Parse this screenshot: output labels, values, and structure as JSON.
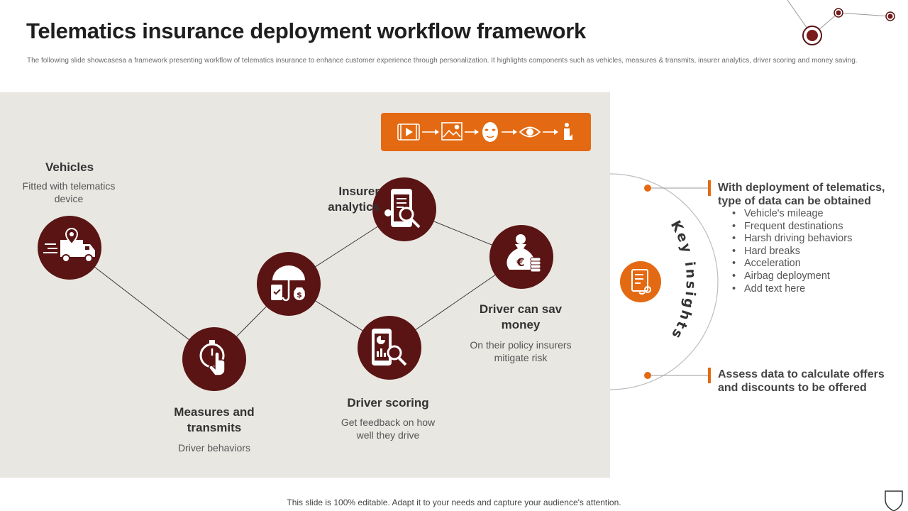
{
  "header": {
    "title": "Telematics insurance deployment workflow framework",
    "subtitle": "The following slide showcasesa a framework presenting workflow of telematics insurance to enhance customer experience through personalization. It highlights components such as vehicles, measures & transmits, insurer analytics, driver scoring and money saving."
  },
  "workflow": {
    "vehicles": {
      "label": "Vehicles",
      "desc": "Fitted with telematics device",
      "icon": "delivery-truck-icon"
    },
    "measures": {
      "label": "Measures and transmits",
      "desc": "Driver behaviors",
      "icon": "stopwatch-touch-icon"
    },
    "coverage": {
      "label": "",
      "icon": "umbrella-money-icon"
    },
    "analytics": {
      "label": "Insurer analytics",
      "icon": "mobile-analytics-icon"
    },
    "scoring": {
      "label": "Driver scoring",
      "desc": "Get feedback on how well they drive",
      "icon": "mobile-chart-search-icon"
    },
    "saving": {
      "label": "Driver can sav money",
      "desc": "On their policy insurers mitigate risk",
      "icon": "euro-money-bag-icon"
    }
  },
  "process_strip": {
    "icons": [
      "video-icon",
      "image-icon",
      "face-mask-icon",
      "eye-icon",
      "touch-icon"
    ],
    "color": "#e36a12"
  },
  "key_insights": {
    "label": "Key insights",
    "icon": "checklist-icon",
    "insight1": {
      "heading": "With deployment of telematics, type of data can be obtained",
      "items": [
        "Vehicle's mileage",
        "Frequent destinations",
        "Harsh driving behaviors",
        "Hard breaks",
        "Acceleration",
        "Airbag deployment",
        "Add text here"
      ]
    },
    "insight2": {
      "heading": "Assess data to calculate offers and discounts to be offered"
    }
  },
  "footer": {
    "text": "This slide is 100% editable. Adapt it to your needs and capture your audience's attention."
  },
  "colors": {
    "node": "#5a1414",
    "accent": "#e36a12",
    "panel": "#e9e7e2"
  }
}
